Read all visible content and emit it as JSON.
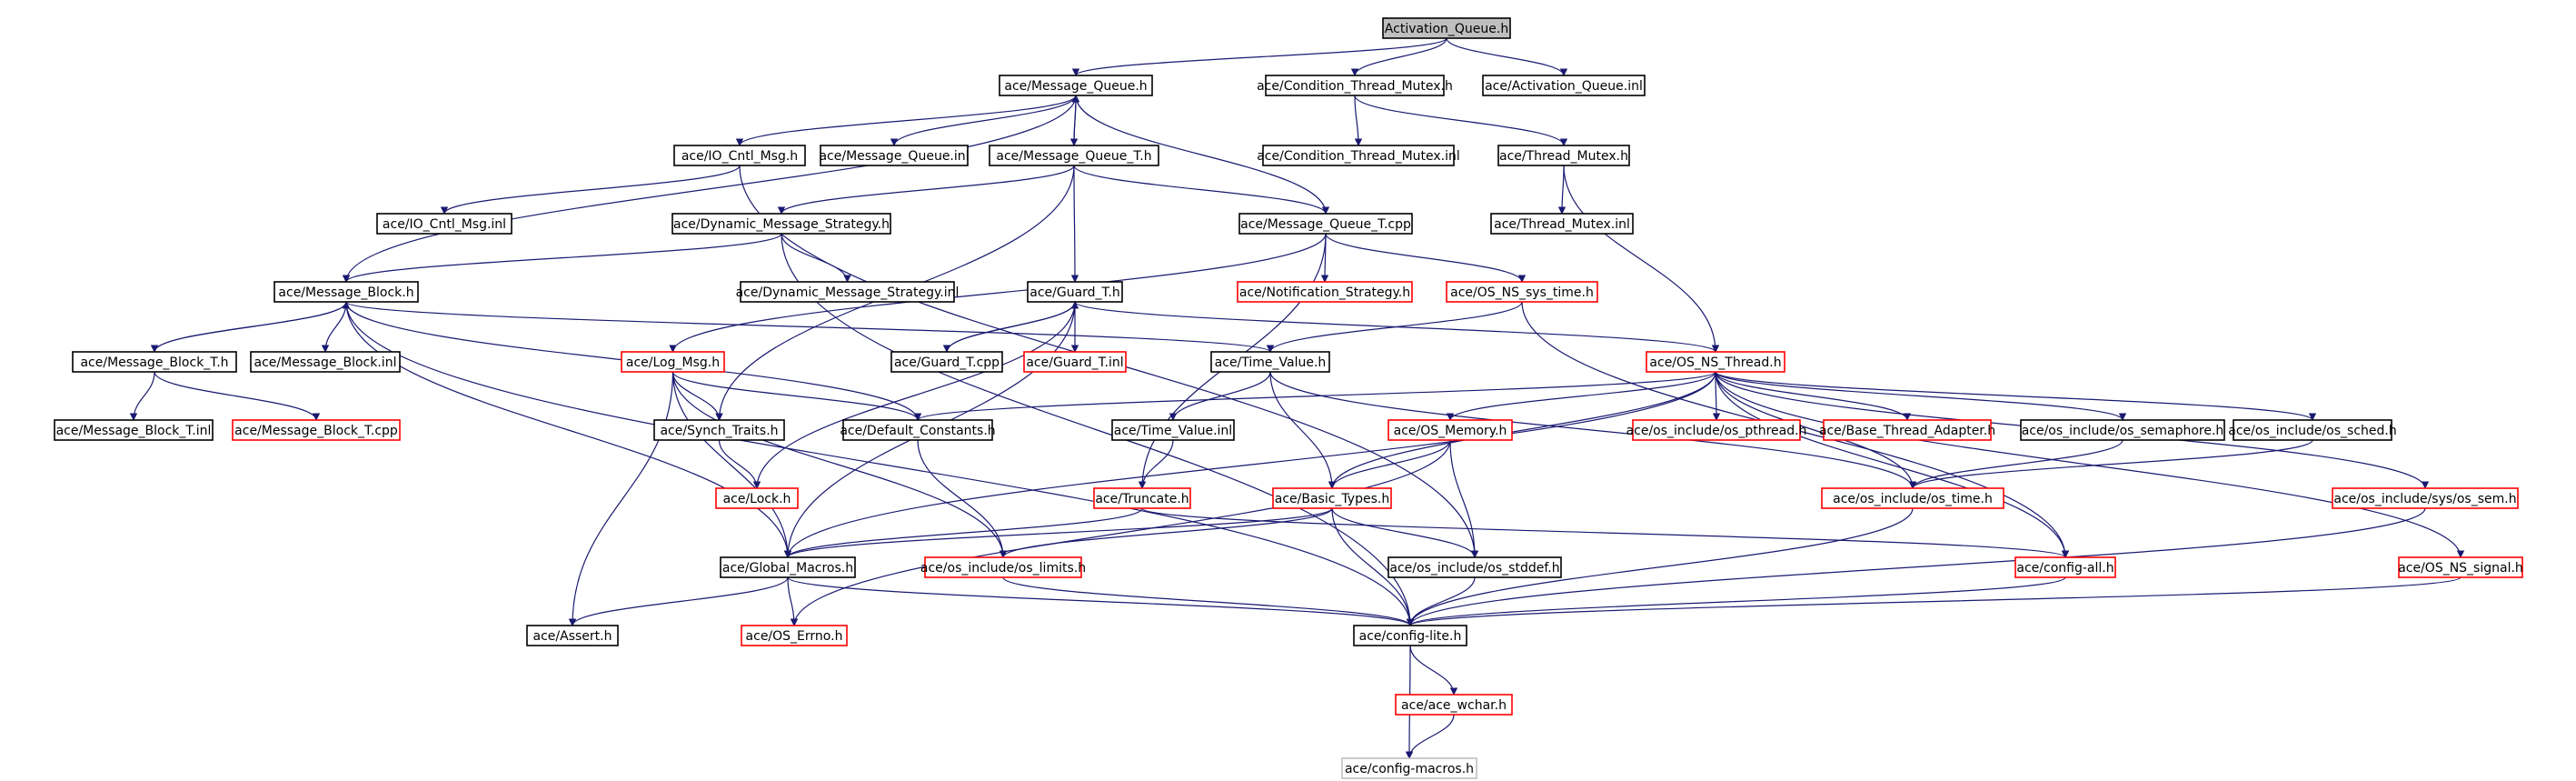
{
  "graph": {
    "nodes": [
      {
        "id": "root",
        "label": "Activation_Queue.h",
        "style": "root"
      },
      {
        "id": "mq",
        "label": "ace/Message_Queue.h",
        "style": "normal"
      },
      {
        "id": "ctm",
        "label": "ace/Condition_Thread_Mutex.h",
        "style": "normal"
      },
      {
        "id": "aqinl",
        "label": "ace/Activation_Queue.inl",
        "style": "normal"
      },
      {
        "id": "iocntl",
        "label": "ace/IO_Cntl_Msg.h",
        "style": "normal"
      },
      {
        "id": "mqinl",
        "label": "ace/Message_Queue.inl",
        "style": "normal"
      },
      {
        "id": "mqt",
        "label": "ace/Message_Queue_T.h",
        "style": "normal"
      },
      {
        "id": "ctminl",
        "label": "ace/Condition_Thread_Mutex.inl",
        "style": "normal"
      },
      {
        "id": "tm",
        "label": "ace/Thread_Mutex.h",
        "style": "normal"
      },
      {
        "id": "ioinl",
        "label": "ace/IO_Cntl_Msg.inl",
        "style": "normal"
      },
      {
        "id": "dms",
        "label": "ace/Dynamic_Message_Strategy.h",
        "style": "normal"
      },
      {
        "id": "mqtcpp",
        "label": "ace/Message_Queue_T.cpp",
        "style": "normal"
      },
      {
        "id": "tminl",
        "label": "ace/Thread_Mutex.inl",
        "style": "normal"
      },
      {
        "id": "mb",
        "label": "ace/Message_Block.h",
        "style": "normal"
      },
      {
        "id": "dmsinl",
        "label": "ace/Dynamic_Message_Strategy.inl",
        "style": "normal"
      },
      {
        "id": "guard",
        "label": "ace/Guard_T.h",
        "style": "normal"
      },
      {
        "id": "notif",
        "label": "ace/Notification_Strategy.h",
        "style": "red"
      },
      {
        "id": "nssys",
        "label": "ace/OS_NS_sys_time.h",
        "style": "red"
      },
      {
        "id": "mbt",
        "label": "ace/Message_Block_T.h",
        "style": "normal"
      },
      {
        "id": "mbinl",
        "label": "ace/Message_Block.inl",
        "style": "normal"
      },
      {
        "id": "logmsg",
        "label": "ace/Log_Msg.h",
        "style": "red"
      },
      {
        "id": "guardcpp",
        "label": "ace/Guard_T.cpp",
        "style": "normal"
      },
      {
        "id": "guardinl",
        "label": "ace/Guard_T.inl",
        "style": "red"
      },
      {
        "id": "tv",
        "label": "ace/Time_Value.h",
        "style": "normal"
      },
      {
        "id": "nsthread",
        "label": "ace/OS_NS_Thread.h",
        "style": "red"
      },
      {
        "id": "mbtinl",
        "label": "ace/Message_Block_T.inl",
        "style": "normal"
      },
      {
        "id": "mbtcpp",
        "label": "ace/Message_Block_T.cpp",
        "style": "red"
      },
      {
        "id": "synch",
        "label": "ace/Synch_Traits.h",
        "style": "normal"
      },
      {
        "id": "defc",
        "label": "ace/Default_Constants.h",
        "style": "normal"
      },
      {
        "id": "tvinl",
        "label": "ace/Time_Value.inl",
        "style": "normal"
      },
      {
        "id": "osmem",
        "label": "ace/OS_Memory.h",
        "style": "red"
      },
      {
        "id": "pthread",
        "label": "ace/os_include/os_pthread.h",
        "style": "red"
      },
      {
        "id": "bta",
        "label": "ace/Base_Thread_Adapter.h",
        "style": "red"
      },
      {
        "id": "sema",
        "label": "ace/os_include/os_semaphore.h",
        "style": "normal"
      },
      {
        "id": "sched",
        "label": "ace/os_include/os_sched.h",
        "style": "normal"
      },
      {
        "id": "lock",
        "label": "ace/Lock.h",
        "style": "red"
      },
      {
        "id": "trunc",
        "label": "ace/Truncate.h",
        "style": "red"
      },
      {
        "id": "basic",
        "label": "ace/Basic_Types.h",
        "style": "red"
      },
      {
        "id": "ostime",
        "label": "ace/os_include/os_time.h",
        "style": "red"
      },
      {
        "id": "ossem",
        "label": "ace/os_include/sys/os_sem.h",
        "style": "red"
      },
      {
        "id": "gmac",
        "label": "ace/Global_Macros.h",
        "style": "normal"
      },
      {
        "id": "limits",
        "label": "ace/os_include/os_limits.h",
        "style": "red"
      },
      {
        "id": "stddef",
        "label": "ace/os_include/os_stddef.h",
        "style": "normal"
      },
      {
        "id": "cfgall",
        "label": "ace/config-all.h",
        "style": "red"
      },
      {
        "id": "nssig",
        "label": "ace/OS_NS_signal.h",
        "style": "red"
      },
      {
        "id": "assert",
        "label": "ace/Assert.h",
        "style": "normal"
      },
      {
        "id": "errno",
        "label": "ace/OS_Errno.h",
        "style": "red"
      },
      {
        "id": "cfglite",
        "label": "ace/config-lite.h",
        "style": "normal"
      },
      {
        "id": "wchar",
        "label": "ace/ace_wchar.h",
        "style": "red"
      },
      {
        "id": "cfgmac",
        "label": "ace/config-macros.h",
        "style": "gray"
      }
    ],
    "edges": [
      [
        "root",
        "mq"
      ],
      [
        "root",
        "ctm"
      ],
      [
        "root",
        "aqinl"
      ],
      [
        "mq",
        "mb"
      ],
      [
        "mq",
        "iocntl"
      ],
      [
        "mq",
        "mqinl"
      ],
      [
        "mq",
        "mqt"
      ],
      [
        "mqt",
        "mq"
      ],
      [
        "mqt",
        "dms"
      ],
      [
        "mqt",
        "guard"
      ],
      [
        "mqt",
        "synch"
      ],
      [
        "mqt",
        "mqtcpp"
      ],
      [
        "mqtcpp",
        "mq"
      ],
      [
        "mqtcpp",
        "logmsg"
      ],
      [
        "mqtcpp",
        "notif"
      ],
      [
        "mqtcpp",
        "nssys"
      ],
      [
        "mqtcpp",
        "trunc"
      ],
      [
        "iocntl",
        "ioinl"
      ],
      [
        "iocntl",
        "stddef"
      ],
      [
        "ctm",
        "ctminl"
      ],
      [
        "ctm",
        "tm"
      ],
      [
        "tm",
        "tminl"
      ],
      [
        "tm",
        "nsthread"
      ],
      [
        "dms",
        "mb"
      ],
      [
        "dms",
        "dmsinl"
      ],
      [
        "dms",
        "cfglite"
      ],
      [
        "mb",
        "mbt"
      ],
      [
        "mb",
        "mbinl"
      ],
      [
        "mb",
        "gmac"
      ],
      [
        "mb",
        "defc"
      ],
      [
        "mb",
        "tv"
      ],
      [
        "mb",
        "cfglite"
      ],
      [
        "mbt",
        "mb"
      ],
      [
        "mbt",
        "mbtinl"
      ],
      [
        "mbt",
        "mbtcpp"
      ],
      [
        "guard",
        "guardcpp"
      ],
      [
        "guard",
        "guardinl"
      ],
      [
        "guard",
        "lock"
      ],
      [
        "guard",
        "nsthread"
      ],
      [
        "guard",
        "gmac"
      ],
      [
        "guardcpp",
        "guard"
      ],
      [
        "nssys",
        "tv"
      ],
      [
        "nssys",
        "cfgall"
      ],
      [
        "logmsg",
        "synch"
      ],
      [
        "logmsg",
        "defc"
      ],
      [
        "logmsg",
        "gmac"
      ],
      [
        "logmsg",
        "limits"
      ],
      [
        "logmsg",
        "assert"
      ],
      [
        "synch",
        "lock"
      ],
      [
        "defc",
        "limits"
      ],
      [
        "tv",
        "tvinl"
      ],
      [
        "tv",
        "basic"
      ],
      [
        "tv",
        "ostime"
      ],
      [
        "tvinl",
        "trunc"
      ],
      [
        "nsthread",
        "defc"
      ],
      [
        "nsthread",
        "osmem"
      ],
      [
        "nsthread",
        "pthread"
      ],
      [
        "nsthread",
        "bta"
      ],
      [
        "nsthread",
        "sema"
      ],
      [
        "nsthread",
        "sched"
      ],
      [
        "nsthread",
        "ostime"
      ],
      [
        "nsthread",
        "basic"
      ],
      [
        "nsthread",
        "ossem"
      ],
      [
        "nsthread",
        "cfgall"
      ],
      [
        "nsthread",
        "gmac"
      ],
      [
        "nsthread",
        "nssig"
      ],
      [
        "osmem",
        "basic"
      ],
      [
        "osmem",
        "stddef"
      ],
      [
        "osmem",
        "errno"
      ],
      [
        "sema",
        "ostime"
      ],
      [
        "sched",
        "ostime"
      ],
      [
        "trunc",
        "gmac"
      ],
      [
        "trunc",
        "cfgall"
      ],
      [
        "basic",
        "limits"
      ],
      [
        "basic",
        "stddef"
      ],
      [
        "basic",
        "cfglite"
      ],
      [
        "basic",
        "gmac"
      ],
      [
        "ostime",
        "cfglite"
      ],
      [
        "ossem",
        "cfglite"
      ],
      [
        "nssig",
        "cfglite"
      ],
      [
        "gmac",
        "assert"
      ],
      [
        "gmac",
        "errno"
      ],
      [
        "gmac",
        "cfglite"
      ],
      [
        "limits",
        "cfglite"
      ],
      [
        "stddef",
        "cfglite"
      ],
      [
        "cfgall",
        "cfglite"
      ],
      [
        "cfglite",
        "wchar"
      ],
      [
        "cfglite",
        "cfgmac"
      ],
      [
        "wchar",
        "cfgmac"
      ]
    ]
  }
}
